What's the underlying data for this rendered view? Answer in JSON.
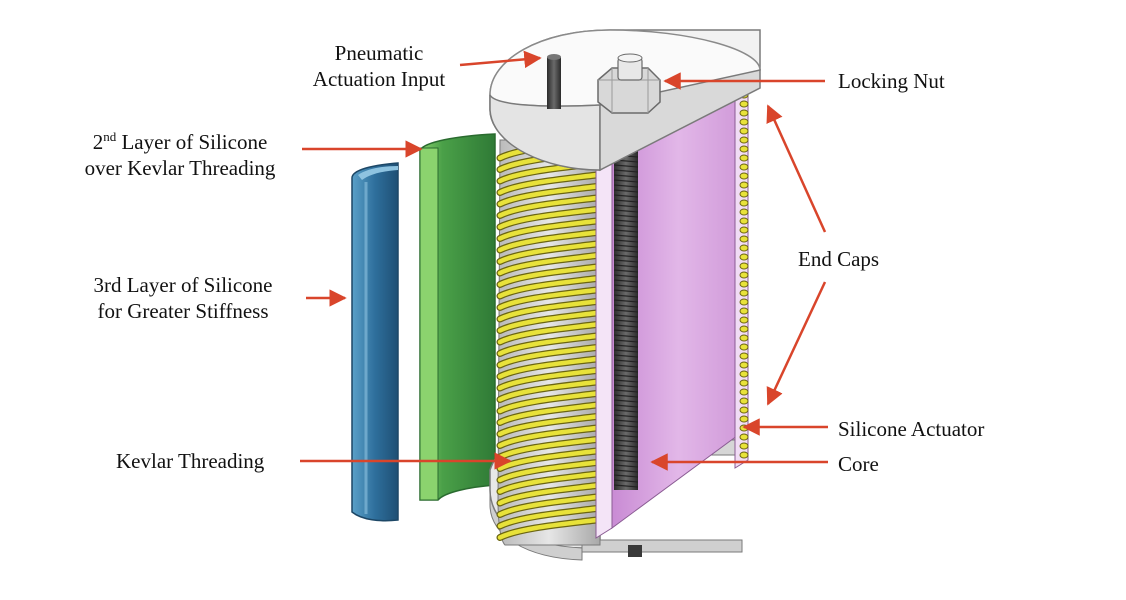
{
  "colors": {
    "arrow": "#d9452b",
    "outer_layer": "#2e6f9c",
    "middle_layer_light": "#8bd36e",
    "middle_layer_dark": "#3e8f42",
    "thread": "#e8e23a",
    "actuator": "#d9a8e0",
    "cap": "#ededed",
    "rod": "#4a4a4a"
  },
  "labels": {
    "pneumatic_line1": "Pneumatic",
    "pneumatic_line2": "Actuation Input",
    "locking_nut": "Locking Nut",
    "second_layer_pre": "2",
    "second_layer_sup": "nd",
    "second_layer_line1_post": " Layer of Silicone",
    "second_layer_line2": "over Kevlar Threading",
    "third_layer_line1": "3rd Layer of Silicone",
    "third_layer_line2": "for Greater Stiffness",
    "end_caps": "End Caps",
    "kevlar_threading": "Kevlar Threading",
    "silicone_actuator": "Silicone Actuator",
    "core": "Core"
  }
}
